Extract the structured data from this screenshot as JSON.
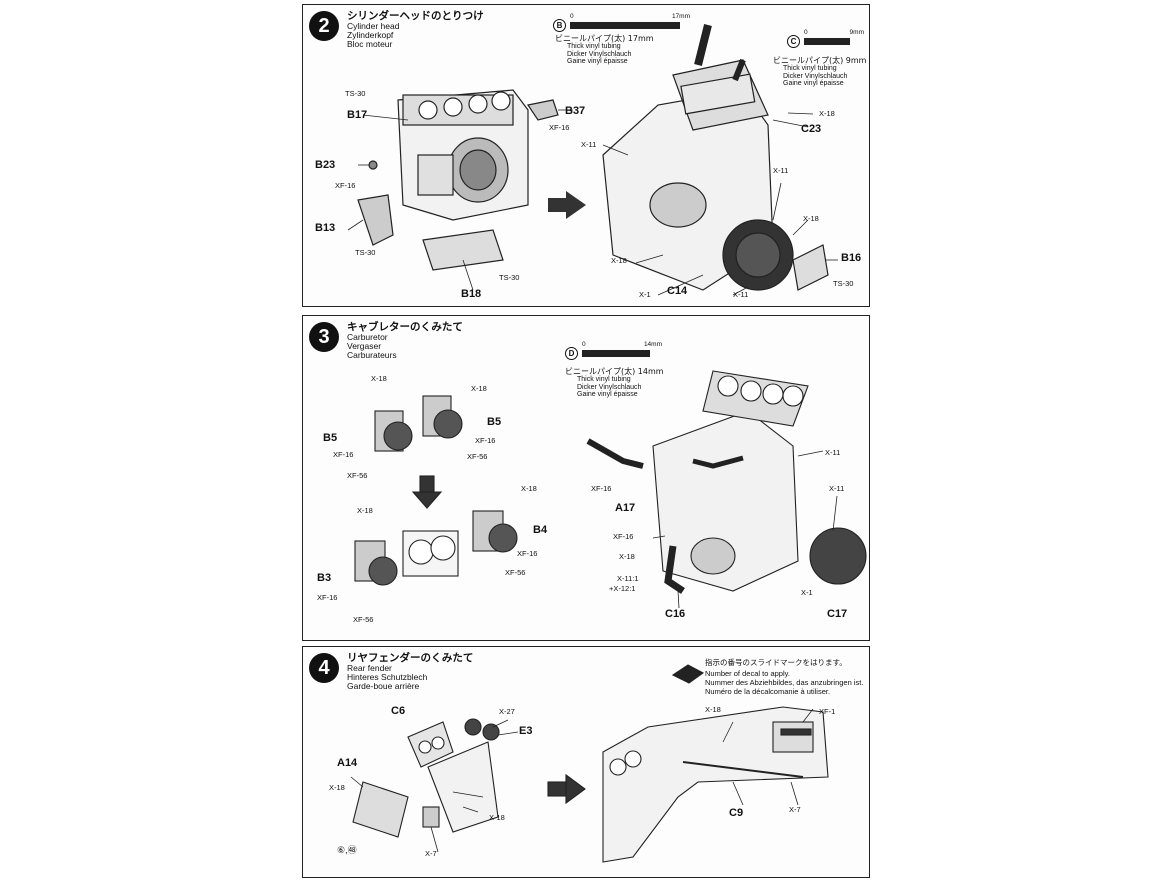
{
  "steps": [
    {
      "number": "2",
      "title_jp": "シリンダーヘッドのとりつけ",
      "title_en": "Cylinder head",
      "title_de": "Zylinderkopf",
      "title_fr": "Bloc moteur",
      "tube_b": {
        "letter": "B",
        "scale_start": "0",
        "scale_end": "17mm",
        "jp": "ビニールパイプ(太) 17mm",
        "en": "Thick vinyl tubing",
        "de": "Dicker Vinylschlauch",
        "fr": "Gaine vinyl épaisse"
      },
      "tube_c": {
        "letter": "C",
        "scale_start": "0",
        "scale_end": "9mm",
        "jp": "ビニールパイプ(太) 9mm",
        "en": "Thick vinyl tubing",
        "de": "Dicker Vinylschlauch",
        "fr": "Gaine vinyl épaisse"
      },
      "labels": {
        "ts30_a": "TS-30",
        "b17": "B17",
        "b23": "B23",
        "xf16_a": "XF-16",
        "b13": "B13",
        "ts30_b": "TS-30",
        "b18": "B18",
        "ts30_c": "TS-30",
        "b37": "B37",
        "xf16_b": "XF-16",
        "x11_a": "X-11",
        "c23": "C23",
        "x18_a": "X-18",
        "x11_b": "X-11",
        "x18_b": "X-18",
        "x18_c": "X-18",
        "b16": "B16",
        "x1": "X-1",
        "c14": "C14",
        "x11_c": "X-11",
        "ts30_d": "TS-30"
      }
    },
    {
      "number": "3",
      "title_jp": "キャブレターのくみたて",
      "title_en": "Carburetor",
      "title_de": "Vergaser",
      "title_fr": "Carburateurs",
      "tube_d": {
        "letter": "D",
        "scale_start": "0",
        "scale_end": "14mm",
        "jp": "ビニールパイプ(太) 14mm",
        "en": "Thick vinyl tubing",
        "de": "Dicker Vinylschlauch",
        "fr": "Gaine vinyl épaisse"
      },
      "labels": {
        "x18_a": "X-18",
        "x18_b": "X-18",
        "b5_a": "B5",
        "b5_b": "B5",
        "xf16_a": "XF-16",
        "xf16_b": "XF-16",
        "xf56_a": "XF-56",
        "xf56_b": "XF-56",
        "x18_c": "X-18",
        "x18_d": "X-18",
        "b4": "B4",
        "xf16_c": "XF-16",
        "xf56_c": "XF-56",
        "b3": "B3",
        "xf16_d": "XF-16",
        "xf56_d": "XF-56",
        "x11_a": "X-11",
        "xf16_e": "XF-16",
        "a17": "A17",
        "x11_b": "X-11",
        "xf16_f": "XF-16",
        "x18_e": "X-18",
        "x11_1": "X-11:1",
        "x12_1": "+X-12:1",
        "c16": "C16",
        "x1": "X-1",
        "c17": "C17"
      }
    },
    {
      "number": "4",
      "title_jp": "リヤフェンダーのくみたて",
      "title_en": "Rear fender",
      "title_de": "Hinteres Schutzblech",
      "title_fr": "Garde-boue arrière",
      "decal": {
        "jp": "指示の番号のスライドマークをはります。",
        "en": "Number of decal to apply.",
        "de": "Nummer des Abziehbildes, das anzubringen ist.",
        "fr": "Numéro de la décalcomanie à utiliser."
      },
      "labels": {
        "c6": "C6",
        "x27": "X-27",
        "e3": "E3",
        "a14": "A14",
        "x18_a": "X-18",
        "x18_b": "X-18",
        "x7_a": "X-7",
        "decals": "⑥,㊽",
        "x18_c": "X-18",
        "xf1": "XF-1",
        "c9": "C9",
        "x7_b": "X-7"
      }
    }
  ]
}
